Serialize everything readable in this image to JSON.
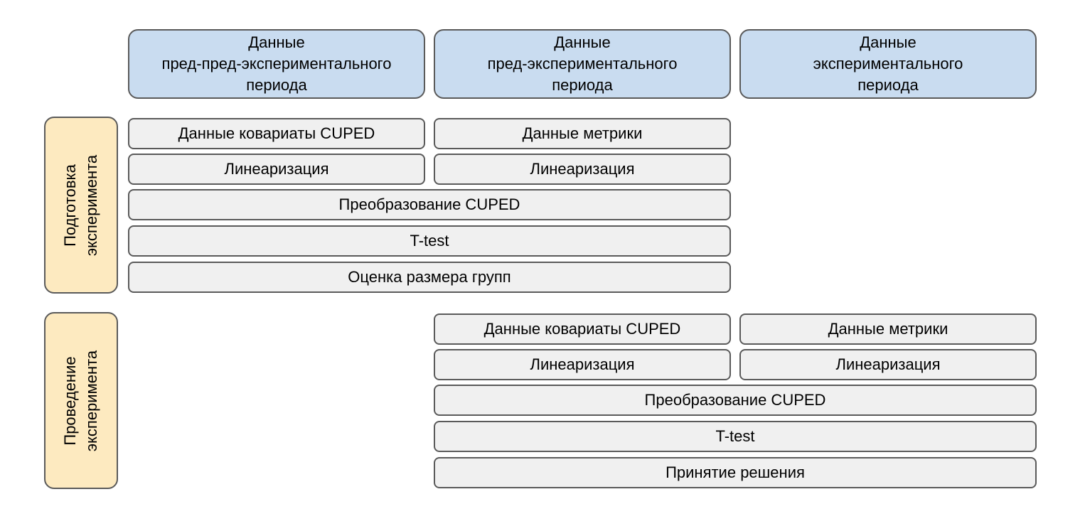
{
  "headers": [
    "Данные\nпред-пред-экспериментального\nпериода",
    "Данные\nпред-экспериментального\nпериода",
    "Данные\nэкспериментального\nпериода"
  ],
  "phases": {
    "preparation": "Подготовка\nэксперимента",
    "execution": "Проведение\nэксперимента"
  },
  "preparation_steps": {
    "covariate_data": "Данные ковариаты CUPED",
    "metric_data": "Данные метрики",
    "linearization_1": "Линеаризация",
    "linearization_2": "Линеаризация",
    "cuped_transform": "Преобразование CUPED",
    "ttest": "T-test",
    "group_size": "Оценка размера групп"
  },
  "execution_steps": {
    "covariate_data": "Данные ковариаты CUPED",
    "metric_data": "Данные метрики",
    "linearization_1": "Линеаризация",
    "linearization_2": "Линеаризация",
    "cuped_transform": "Преобразование CUPED",
    "ttest": "T-test",
    "decision": "Принятие решения"
  },
  "colors": {
    "header_fill": "#c9dcf0",
    "step_fill": "#f0f0f0",
    "phase_fill": "#fdeac0",
    "border": "#5a5a5a"
  }
}
